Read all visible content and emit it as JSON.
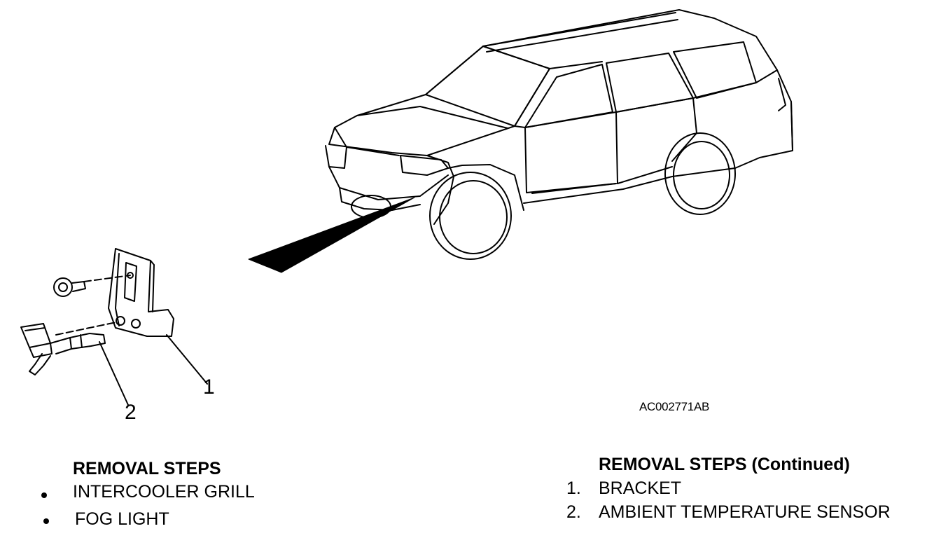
{
  "diagram": {
    "callouts": [
      "1",
      "2"
    ],
    "figure_code": "AC002771AB"
  },
  "removal_steps_left": {
    "title": "REMOVAL STEPS",
    "items": [
      {
        "marker": "bullet",
        "label": "INTERCOOLER GRILL"
      },
      {
        "marker": "bullet",
        "label": "FOG LIGHT"
      }
    ]
  },
  "removal_steps_right": {
    "title": "REMOVAL STEPS (Continued)",
    "items": [
      {
        "number": "1.",
        "label": "BRACKET"
      },
      {
        "number": "2.",
        "label": "AMBIENT TEMPERATURE SENSOR"
      }
    ]
  }
}
